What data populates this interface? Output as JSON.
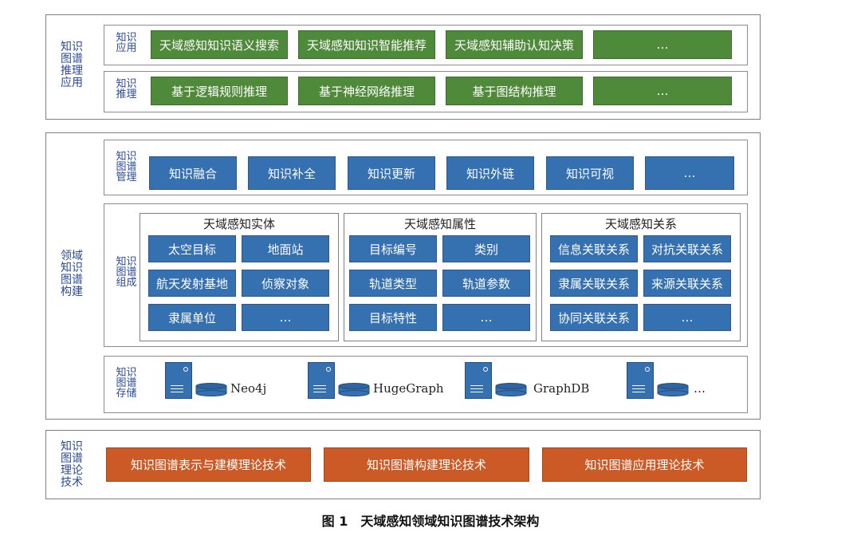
{
  "top": {
    "side_label": "知识\n图谱\n推理\n应用",
    "app_row": {
      "label": "知识\n应用",
      "items": [
        "天域感知知识语义搜索",
        "天域感知知识智能推荐",
        "天域感知辅助认知决策",
        "…"
      ]
    },
    "reason_row": {
      "label": "知识\n推理",
      "items": [
        "基于逻辑规则推理",
        "基于神经网络推理",
        "基于图结构推理",
        "…"
      ]
    }
  },
  "middle": {
    "side_label": "领域\n知识\n图谱\n构建",
    "mgmt": {
      "label": "知识\n图谱\n管理",
      "items": [
        "知识融合",
        "知识补全",
        "知识更新",
        "知识外链",
        "知识可视",
        "…"
      ]
    },
    "comp": {
      "label": "知识\n图谱\n组成",
      "entity": {
        "title": "天域感知实体",
        "items": [
          "太空目标",
          "地面站",
          "航天发射基地",
          "侦察对象",
          "隶属单位",
          "…"
        ]
      },
      "attr": {
        "title": "天域感知属性",
        "items": [
          "目标编号",
          "类别",
          "轨道类型",
          "轨道参数",
          "目标特性",
          "…"
        ]
      },
      "rel": {
        "title": "天域感知关系",
        "items": [
          "信息关联关系",
          "对抗关联关系",
          "隶属关联关系",
          "来源关联关系",
          "协同关联关系",
          "…"
        ]
      }
    },
    "storage": {
      "label": "知识\n图谱\n存储",
      "items": [
        "Neo4j",
        "HugeGraph",
        "GraphDB",
        "…"
      ]
    }
  },
  "bottom": {
    "side_label": "知识\n图谱\n理论\n技术",
    "items": [
      "知识图谱表示与建模理论技术",
      "知识图谱构建理论技术",
      "知识图谱应用理论技术"
    ]
  },
  "caption": "图 1　天域感知领域知识图谱技术架构",
  "colors": {
    "green": "#4f8a3a",
    "blue": "#3570b0",
    "orange": "#cc5a26"
  }
}
